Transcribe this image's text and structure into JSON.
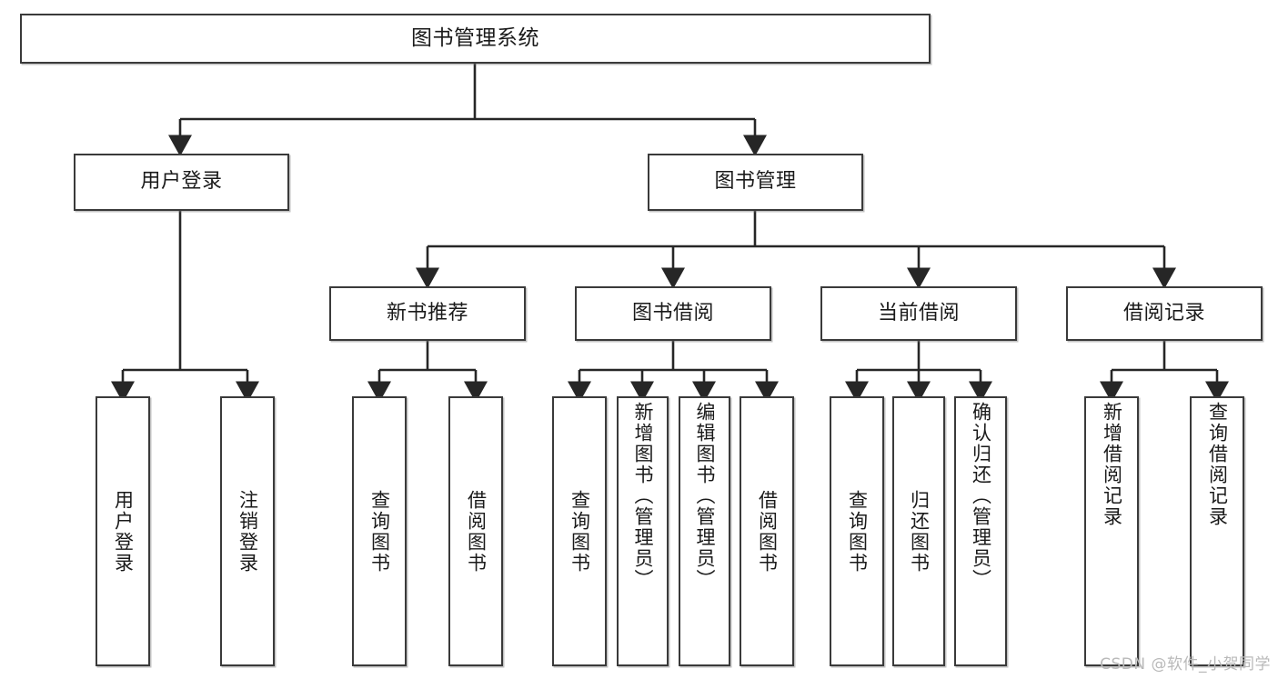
{
  "diagram": {
    "type": "tree",
    "title": "图书管理系统",
    "watermark": "CSDN @软件_小贺同学",
    "colors": {
      "box_border": "#3a3a3a",
      "box_fill": "#ffffff",
      "connector": "#262626",
      "watermark": "#b9b9b9"
    },
    "nodes": {
      "root": {
        "label": "图书管理系统"
      },
      "level2": [
        {
          "id": "user-login",
          "label": "用户登录"
        },
        {
          "id": "book-manage",
          "label": "图书管理"
        }
      ],
      "level3": [
        {
          "id": "new-book-recommend",
          "label": "新书推荐"
        },
        {
          "id": "book-borrow",
          "label": "图书借阅"
        },
        {
          "id": "current-borrow",
          "label": "当前借阅"
        },
        {
          "id": "borrow-record",
          "label": "借阅记录"
        }
      ],
      "leaves": [
        {
          "id": "leaf-user-login",
          "label": "用户登录",
          "parent": "user-login"
        },
        {
          "id": "leaf-logout",
          "label": "注销登录",
          "parent": "user-login"
        },
        {
          "id": "leaf-query-book-1",
          "label": "查询图书",
          "parent": "new-book-recommend"
        },
        {
          "id": "leaf-borrow-book-1",
          "label": "借阅图书",
          "parent": "new-book-recommend"
        },
        {
          "id": "leaf-query-book-2",
          "label": "查询图书",
          "parent": "book-borrow"
        },
        {
          "id": "leaf-add-book",
          "label": "新增图书（管理员）",
          "parent": "book-borrow"
        },
        {
          "id": "leaf-edit-book",
          "label": "编辑图书（管理员）",
          "parent": "book-borrow"
        },
        {
          "id": "leaf-borrow-book-2",
          "label": "借阅图书",
          "parent": "book-borrow"
        },
        {
          "id": "leaf-query-book-3",
          "label": "查询图书",
          "parent": "current-borrow"
        },
        {
          "id": "leaf-return-book",
          "label": "归还图书",
          "parent": "current-borrow"
        },
        {
          "id": "leaf-confirm-return",
          "label": "确认归还（管理员）",
          "parent": "current-borrow"
        },
        {
          "id": "leaf-add-record",
          "label": "新增借阅记录",
          "parent": "borrow-record"
        },
        {
          "id": "leaf-query-record",
          "label": "查询借阅记录",
          "parent": "borrow-record"
        }
      ]
    }
  }
}
